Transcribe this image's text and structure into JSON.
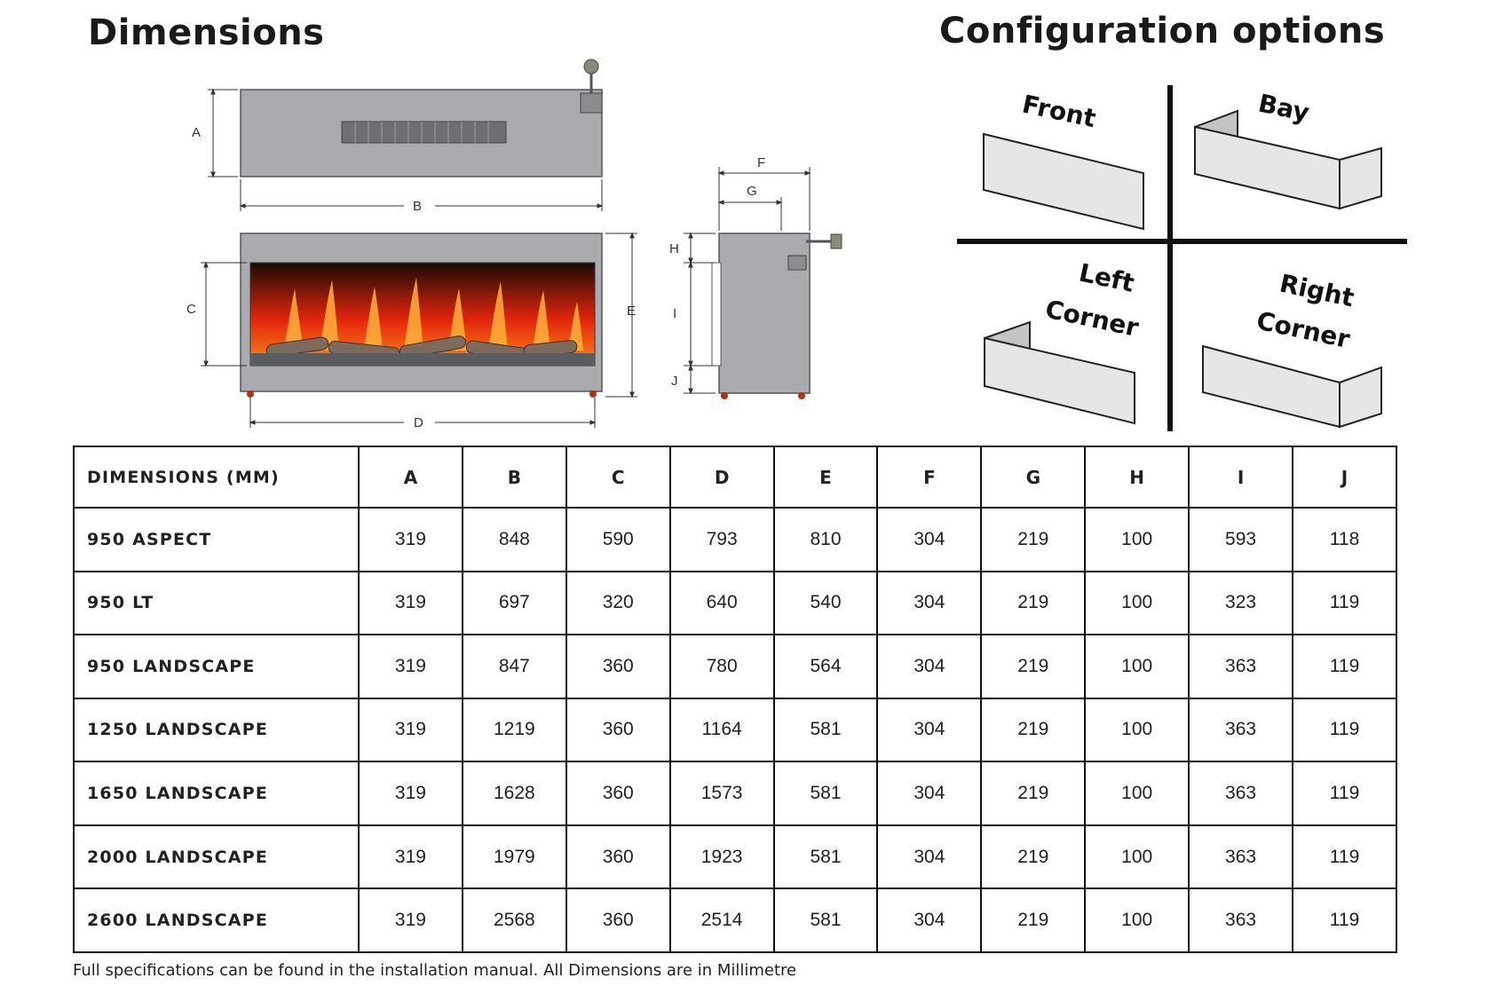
{
  "dimensions_title": "Dimensions",
  "configuration_title": "Configuration options",
  "diagram_labels": {
    "a": "A",
    "b": "B",
    "c": "C",
    "d": "D",
    "e": "E",
    "f": "F",
    "g": "G",
    "h": "H",
    "i": "I",
    "j": "J"
  },
  "configurations": {
    "front": "Front",
    "bay": "Bay",
    "left_corner_line1": "Left",
    "left_corner_line2": "Corner",
    "right_corner_line1": "Right",
    "right_corner_line2": "Corner"
  },
  "table": {
    "headers": [
      "DIMENSIONS (MM)",
      "A",
      "B",
      "C",
      "D",
      "E",
      "F",
      "G",
      "H",
      "I",
      "J"
    ],
    "rows": [
      [
        "950 ASPECT",
        "319",
        "848",
        "590",
        "793",
        "810",
        "304",
        "219",
        "100",
        "593",
        "118"
      ],
      [
        "950 LT",
        "319",
        "697",
        "320",
        "640",
        "540",
        "304",
        "219",
        "100",
        "323",
        "119"
      ],
      [
        "950 LANDSCAPE",
        "319",
        "847",
        "360",
        "780",
        "564",
        "304",
        "219",
        "100",
        "363",
        "119"
      ],
      [
        "1250 LANDSCAPE",
        "319",
        "1219",
        "360",
        "1164",
        "581",
        "304",
        "219",
        "100",
        "363",
        "119"
      ],
      [
        "1650 LANDSCAPE",
        "319",
        "1628",
        "360",
        "1573",
        "581",
        "304",
        "219",
        "100",
        "363",
        "119"
      ],
      [
        "2000 LANDSCAPE",
        "319",
        "1979",
        "360",
        "1923",
        "581",
        "304",
        "219",
        "100",
        "363",
        "119"
      ],
      [
        "2600 LANDSCAPE",
        "319",
        "2568",
        "360",
        "2514",
        "581",
        "304",
        "219",
        "100",
        "363",
        "119"
      ]
    ]
  },
  "footnote": "Full specifications can be found in the installation manual.  All Dimensions are in Millimetre"
}
